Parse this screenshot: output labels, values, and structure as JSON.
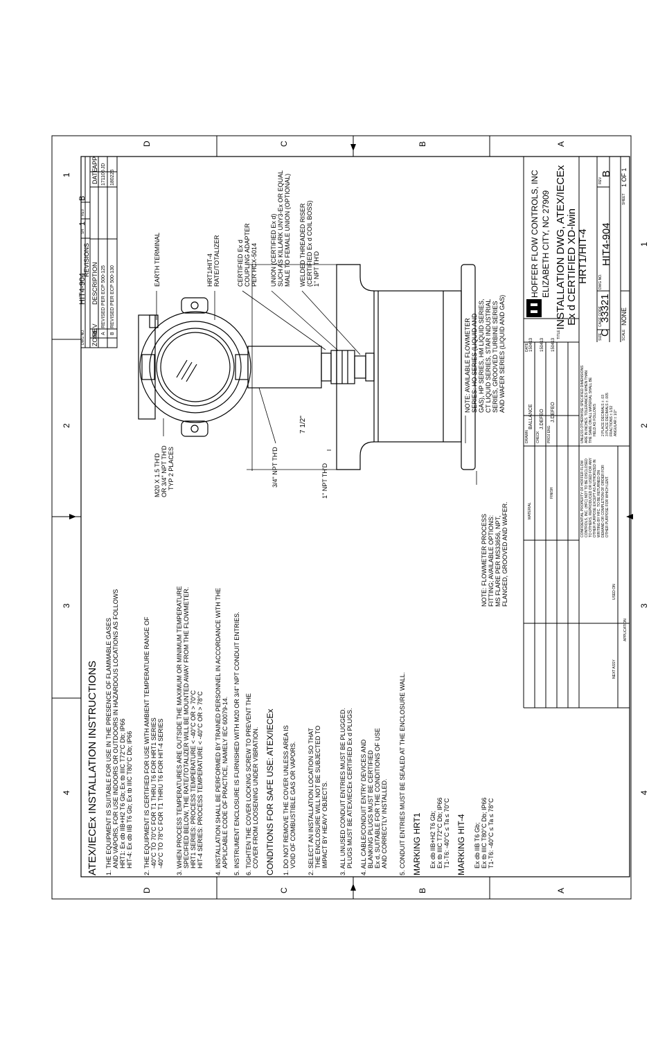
{
  "zones": {
    "left": "D",
    "left2": "C",
    "left3": "B",
    "left4": "A",
    "col4": "4",
    "col3": "3",
    "col2": "2",
    "col1": "1"
  },
  "revisions": {
    "dwg_no_label": "DWG NO.",
    "dwg_no": "HIT4-904",
    "sh_label": "SH",
    "sh": "1",
    "rev_label": "REV",
    "rev": "B",
    "title": "REVISIONS",
    "headers": [
      "ZONE",
      "REV",
      "DESCRIPTION",
      "DATE",
      "APP"
    ],
    "rows": [
      {
        "zone": "",
        "rev": "A",
        "desc": "REVISED PER ECP 500-125",
        "date": "171106",
        "app": "JD"
      },
      {
        "zone": "",
        "rev": "B",
        "desc": "REVISED PER ECP 500-130",
        "date": "180226",
        "app": ""
      }
    ]
  },
  "notes": {
    "heading": "ATEX/IECEx INSTALLATION INSTRUCTIONS",
    "lines": [
      "1. THE EQUIPMENT IS SUITABLE FOR USE IN THE PRESENCE OF FLAMMABLE GASES",
      "AND VAPORS, FOR USE INDOORS OR OUTDOORS IN HAZARDOUS LOCATIONS AS FOLLOWS",
      "HRT1: Ex db IIB+H2 T6 Gb; Ex tb IIIC T72°C Db; IP66",
      "HIT-4: Ex db IIB T6 Gb; Ex tb IIIC T80°C Db; IP66",
      "2. THE EQUIPMENT IS CERTIFIED FOR USE WITH AMBIENT TEMPERATURE RANGE OF",
      "-40°C TO 70°C FOR T1 THRU T6 FOR HRT1 SERIES",
      "-40°C TO 78°C FOR T1 THRU T6 FOR HIT-4 SERIES",
      "3. WHEN PROCESS TEMPERATURES ARE OUTSIDE THE MAXIMUM OR MINIMUM TEMPERATURE",
      "SPECIFIED BELOW, THE RATE/TOTALIZER WILL BE MOUNTED AWAY FROM THE FLOWMETER.",
      "HRT1 SERIES: PROCESS TEMPERATURE < -40°C OR > 70°C",
      "HIT-4 SERIES: PROCESS TEMPERATURE < -40°C OR > 78°C",
      "4. INSTALLATION SHALL BE PERFORMED BY TRAINED PERSONNEL IN ACCORDANCE WITH THE",
      "APPLICABLE CODE OF PRACTICE, NAMELY IEC 60079-14.",
      "5. INSTRUMENT ENCLOSURE IS FURNISHED WITH M20 OR 3/4\" NPT CONDUIT ENTRIES.",
      "6. TIGHTEN THE COVER LOCKING SCREW TO PREVENT THE",
      "COVER FROM LOOSENING UNDER VIBRATION."
    ],
    "safe_heading": "CONDITIONS FOR SAFE USE: ATEX/IECEx",
    "safe_lines": [
      "1. DO NOT REMOVE THE COVER UNLESS AREA IS",
      "VOID OF COMBUSTIBLE GAS OR VAPORS.",
      "2. SELECT AN INSTALLATION LOCATION SO THAT",
      "THE ENCLOSURE WILL NOT BE SUBJECTED TO",
      "IMPACT BY HEAVY OBJECTS.",
      "3. ALL UNUSED CONDUIT ENTRIES MUST BE PLUGGED.",
      "PLUGS MUST BE ATEX/IECEx CERTIFIED Ex d PLUGS.",
      "4. ALL CABLE/CONDUIT ENTRY DEVICES AND",
      "BLANKING PLUGS MUST BE CERTIFIED",
      "Ex d, SUITABLE FOR THE CONDITIONS OF USE",
      "AND CORRECTLY INSTALLED.",
      "5. CONDUIT ENTRIES MUST BE SEALED AT THE ENCLOSURE WALL."
    ],
    "marking_hrt1": "MARKING HRT1",
    "hrt1_lines": [
      "Ex db IIB+H2 T6 Gb;",
      "Ex tb IIIC T72°C Db; IP66",
      "T1-T6: -40°C ≤ Ta ≤ 70°C"
    ],
    "marking_hit4": "MARKING HIT-4",
    "hit4_lines": [
      "Ex db IIB T6 Gb;",
      "Ex tb IIIC T80°C Db; IP66",
      "T1-T6: -40°C ≤ Ta ≤ 78°C"
    ]
  },
  "callouts": {
    "earth": "EARTH TERMINAL",
    "rate1": "HRT1/HIT-4",
    "rate2": "RATE/TOTALIZER",
    "adapter": [
      "CERTIFIED Ex d",
      "COUPLING ADAPTER",
      "PER HCX-5014"
    ],
    "union": [
      "UNION (CERTIFIED Ex d)",
      "SUCH AS KILLARK UNY3-Ex OR EQUAL",
      "MALE TO FEMALE UNION (OPTIONAL)"
    ],
    "riser": [
      "WELDED THREADED RISER",
      "(CERTIFIED Ex d COIL BOSS)",
      "1\" NPT TH'D"
    ],
    "m20": [
      "M20 X 1.5 TH'D",
      "OR 3/4\" NPT TH'D",
      "TYP 2 PLACES"
    ],
    "npt34": "3/4\" NPT TH'D",
    "npt1": "1\" NPT TH'D",
    "dim": "7 1/2\"",
    "flowmeters": [
      "NOTE: AVAILABLE FLOWMETER",
      "SERIES: HO SERIES (LIQUID AND",
      "GAS), HP SERIES, HM LIQUID SERIES,",
      "CT LIQUID SERIES, STAR INDUSTRIAL",
      "SERIES, GROOVED TURBINE SERIES",
      "AND WAFER SERIES (LIQUID AND GAS)"
    ],
    "fitting": [
      "NOTE: FLOWMETER PROCESS",
      "FITTING; AVAILABLE OPTIONS:",
      "MS FLARE PER MS33656, NPT,",
      "FLANGED, GROOVED AND WAFER."
    ]
  },
  "title_block": {
    "company1": "HOFFER FLOW CONTROLS, INC",
    "company2": "ELIZABETH CITY, NC 27909",
    "title_label": "TITLE",
    "title1": "INSTALLATION DWG, ATEX/IECEx",
    "title2": "Ex d CERTIFIED XD-lwin",
    "title3": "HRT1/HIT-4",
    "size_label": "SIZE",
    "size": "C",
    "cage_label": "CAGE CODE",
    "cage": "33321",
    "dwg_label": "DWG NO.",
    "dwg": "HIT4-904",
    "rev_label": "REV",
    "rev": "B",
    "scale_label": "SCALE",
    "scale": "NONE",
    "sheet_label": "SHEET",
    "sheet": "1 OF 1",
    "drawn_label": "DRAWN",
    "drawn": "BALLANCE",
    "drawn_date": "150413",
    "check_label": "CHECK",
    "check": "J.DEFEO",
    "check_date": "150413",
    "proj_label": "PROJ ENG",
    "proj": "J.DEFEO",
    "proj_date": "150413",
    "date_label": "DATE",
    "material": "MATERIAL",
    "finish": "FINISH",
    "tolerance": [
      "UNLESS OTHERWISE SPECIFIED DIMENSIONS",
      "ARE IN INCHES. TOLERANCES WHEN THAN",
      "THE SAME ON ALL MATERIAL SHALL BE",
      "HELD AS FOLLOWS"
    ],
    "tol_values": [
      "2 PLACE DECIMALS ± .03",
      "3 PLACE DECIMALS ± .005",
      "FRACTIONS ± 1/32",
      "ANGULAR ± 1/2°"
    ],
    "confidential": [
      "CONFIDENTIAL PROPERTY OF HOFFER FLOW",
      "CONTROLS, INC. (HFC) NOT TO BE DISCLOSED",
      "TO OTHERS, REPRODUCED OR USED FOR ANY",
      "OTHER PURPOSE EXCEPT AS AUTHORIZED IN",
      "WRITING BY HFC. TO BE RETURNED ON",
      "DEMAND OR COMPLETION OF ORDER FOR",
      "OTHER PURPOSE FOR WHICH LENT."
    ],
    "next_assy": "NEXT ASSY",
    "used_on": "USED ON",
    "application": "APPLICATION"
  }
}
